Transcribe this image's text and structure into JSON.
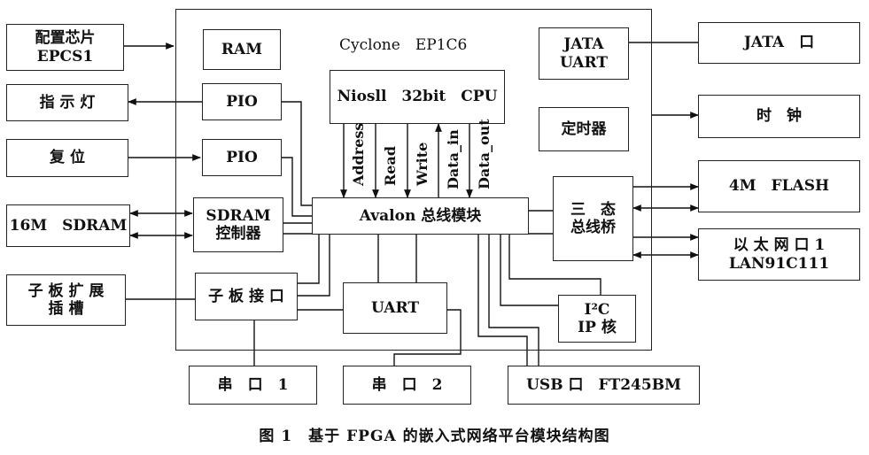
{
  "fpga": {
    "label": "Cyclone　EP1C6"
  },
  "left": {
    "config": [
      "配置芯片",
      "EPCS1"
    ],
    "led": "指 示 灯",
    "reset": "复 位",
    "sdram": "16M　SDRAM",
    "expansion": [
      "子 板 扩 展",
      "插 槽"
    ]
  },
  "inner": {
    "ram": "RAM",
    "pio1": "PIO",
    "pio2": "PIO",
    "sdram_ctrl": [
      "SDRAM",
      "控制器"
    ],
    "board_if": "子 板 接 口",
    "cpu": "Niosll　32bit　CPU",
    "avalon": "Avalon 总线模块",
    "uart": "UART",
    "jtag_uart": [
      "JATA",
      "UART"
    ],
    "timer": "定时器",
    "tristate": [
      "三　态",
      "总线桥"
    ],
    "i2c": [
      "I²C",
      "IP 核"
    ]
  },
  "signals": [
    "Address",
    "Read",
    "Write",
    "Data_in",
    "Data_out"
  ],
  "right": {
    "jtag": "JATA　口",
    "clock": "时　钟",
    "flash": "4M　FLASH",
    "ethernet": [
      "以 太 网 口 1",
      "LAN91C111"
    ]
  },
  "bottom": {
    "serial1": "串　口　1",
    "serial2": "串　口　2",
    "usb": "USB 口　FT245BM"
  },
  "caption": "图 1　基于 FPGA 的嵌入式网络平台模块结构图"
}
